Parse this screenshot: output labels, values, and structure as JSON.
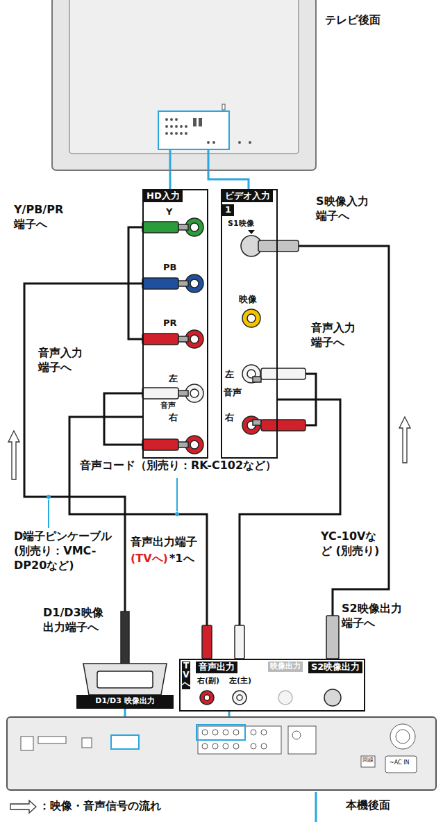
{
  "diagram": {
    "nodes": [
      {
        "text": [
          "テレビ後面"
        ]
      },
      {
        "text": [
          "HD入力",
          "Y",
          "PB",
          "PR",
          "左",
          "音声",
          "右"
        ]
      },
      {
        "text": [
          "ビデオ入力",
          "1",
          "S1映像",
          "映像",
          "左",
          "音声",
          "右"
        ]
      },
      {
        "text": [
          "D1/D3 映像出力"
        ]
      },
      {
        "text": [
          "音声出力",
          "TVへ",
          "右(副)",
          "左(主)",
          "映像出力",
          "S2映像出力"
        ]
      },
      {
        "text": [
          "本機後面"
        ]
      }
    ],
    "edges": [
      {
        "from": 3,
        "to": 1,
        "arrow": "none"
      },
      {
        "from": 4,
        "to": 1,
        "arrow": "none"
      },
      {
        "from": 4,
        "to": 2,
        "arrow": "none"
      },
      {
        "from": 4,
        "to": 2,
        "arrow": "none"
      },
      {
        "from": 1,
        "to": 0,
        "arrow": "none"
      },
      {
        "from": 2,
        "to": 0,
        "arrow": "none"
      },
      {
        "from": 5,
        "to": 3,
        "arrow": "none"
      },
      {
        "from": 5,
        "to": 4,
        "arrow": "none"
      }
    ],
    "labels": [
      "Y/PB/PR 端子へ",
      "S映像入力 端子へ",
      "音声入力 端子へ",
      "音声入力 端子へ",
      "音声コード（別売り：RK-C102など）",
      "D端子ピンケーブル (別売り：VMC-DP20など)",
      "音声出力端子",
      "(TVへ)",
      "*1へ",
      "YC-10Vなど (別売り)",
      "S2映像出力 端子へ",
      "D1/D3映像 出力端子へ",
      "~AC IN",
      "回線"
    ],
    "legend": [
      {
        "text": "：映像・音声信号の流れ"
      }
    ]
  }
}
